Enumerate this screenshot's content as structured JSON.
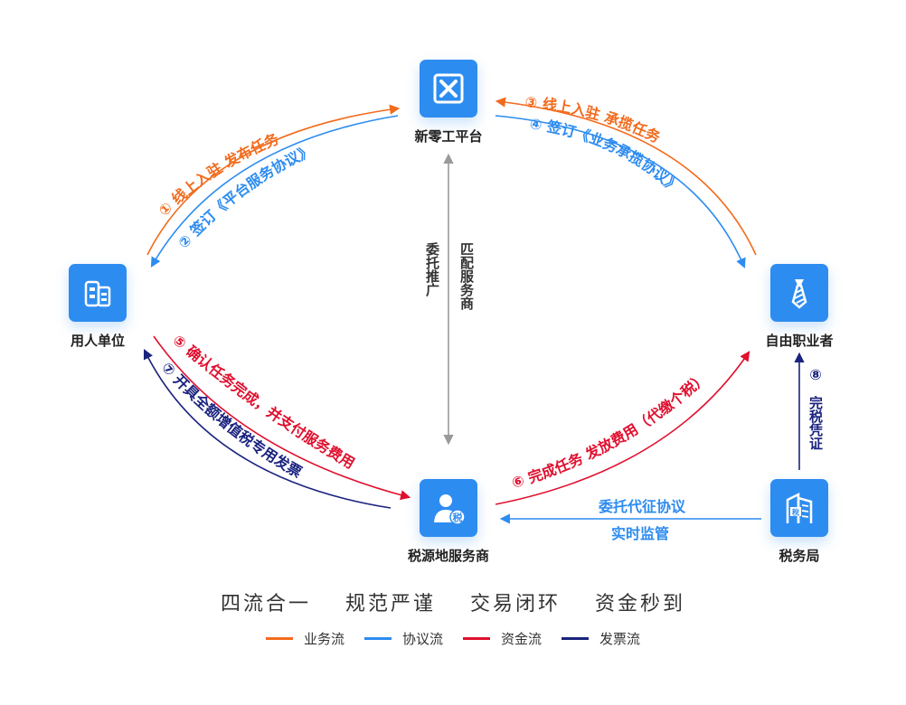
{
  "nodes": {
    "platform": "新零工平台",
    "employer": "用人单位",
    "freelancer": "自由职业者",
    "local_service": "税源地服务商",
    "tax_bureau": "税务局"
  },
  "icons": {
    "platform": "x-logo-icon",
    "employer": "buildings-icon",
    "freelancer": "tie-icon",
    "local_service": "person-tax-icon",
    "tax_bureau": "tax-building-icon",
    "tax_badge_text": "税",
    "tax_sign_text": "稅"
  },
  "flows": {
    "f1": "① 线上入驻  发布任务",
    "f2": "② 签订《平台服务协议》",
    "f3": "③ 线上入驻  承揽任务",
    "f4": "④ 签订《业务承揽协议》",
    "f5": "⑤ 确认任务完成，并支付服务费用",
    "f6": "⑥ 完成任务  发放费用（代缴个税）",
    "f7": "⑦ 开具全额增值税专用发票",
    "f8_num": "⑧",
    "f8_text": "完税凭证",
    "commission": "委托推广",
    "matching": "匹配服务商",
    "tax_agency": "委托代征协议",
    "tax_monitor": "实时监管"
  },
  "tagline": [
    "四流合一",
    "规范严谨",
    "交易闭环",
    "资金秒到"
  ],
  "legend": [
    {
      "label": "业务流",
      "color": "#f26b1d"
    },
    {
      "label": "协议流",
      "color": "#2d8cf0"
    },
    {
      "label": "资金流",
      "color": "#e0102f"
    },
    {
      "label": "发票流",
      "color": "#1a237e"
    }
  ],
  "colors": {
    "business": "#f26b1d",
    "agreement": "#2d8cf0",
    "funds": "#e0102f",
    "invoice": "#1a237e",
    "neutral": "#999999",
    "tile": "#2d8cf0"
  }
}
